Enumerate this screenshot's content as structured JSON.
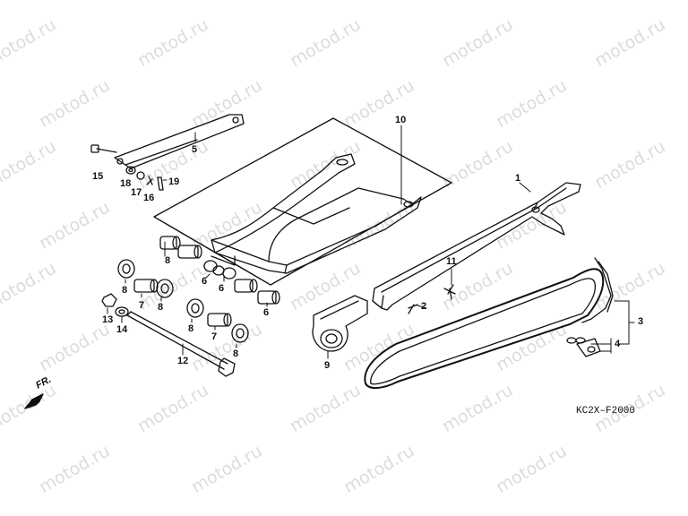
{
  "watermark_text": "motod.ru",
  "diagram_code": "KC2X–F2000",
  "front_arrow_label": "FR.",
  "callouts": {
    "c1": "1",
    "c2": "2",
    "c3": "3",
    "c4": "4",
    "c5": "5",
    "c6a": "6",
    "c6b": "6",
    "c6c": "6",
    "c7a": "7",
    "c7b": "7",
    "c8a": "8",
    "c8b": "8",
    "c8c": "8",
    "c8d": "8",
    "c8e": "8",
    "c9": "9",
    "c10": "10",
    "c11": "11",
    "c12": "12",
    "c13": "13",
    "c14": "14",
    "c15": "15",
    "c16": "16",
    "c17": "17",
    "c18": "18",
    "c19": "19"
  },
  "colors": {
    "line": "#111111",
    "watermark": "#dcdcdc",
    "background": "#ffffff"
  }
}
